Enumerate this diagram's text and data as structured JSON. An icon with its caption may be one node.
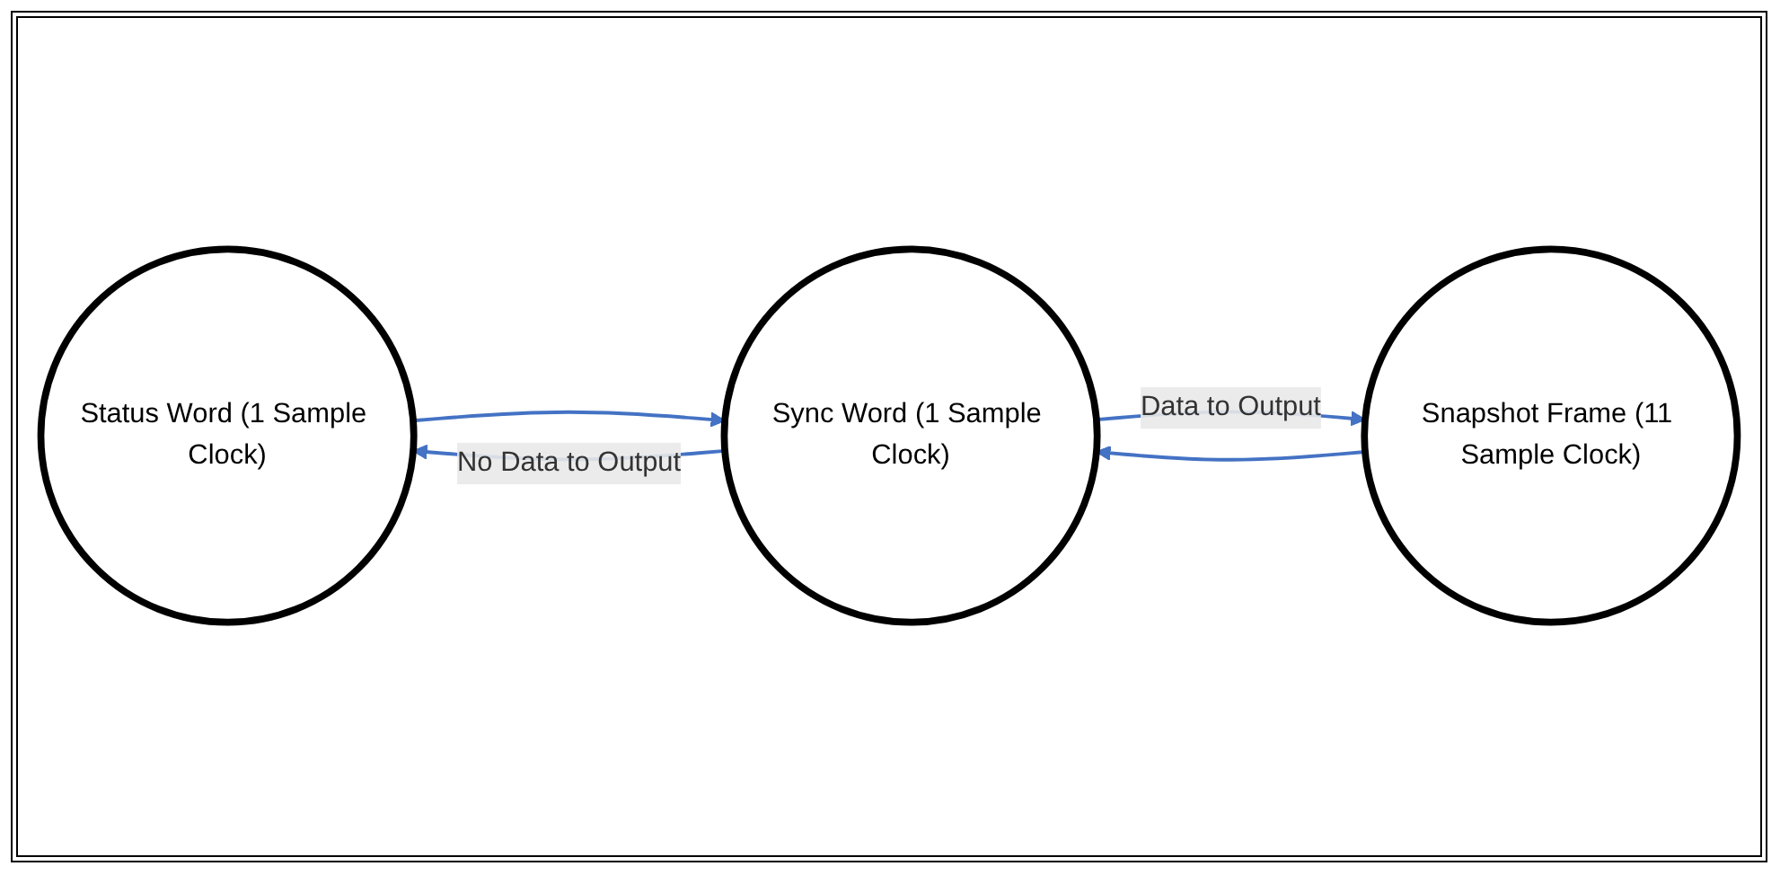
{
  "diagram": {
    "nodes": [
      {
        "text": [
          "Status Word (1 Sample Clock)"
        ]
      },
      {
        "text": [
          "Sync Word (1 Sample Clock)"
        ]
      },
      {
        "text": [
          "Snapshot Frame (11 Sample Clock)"
        ]
      }
    ],
    "edges": [
      {
        "from": 1,
        "to": 0,
        "arrow": "to",
        "label": "No Data to Output"
      },
      {
        "from": 1,
        "to": 2,
        "arrow": "to",
        "label": "Data to Output"
      },
      {
        "from": 0,
        "to": 1,
        "arrow": "to"
      },
      {
        "from": 2,
        "to": 1,
        "arrow": "to"
      }
    ]
  }
}
